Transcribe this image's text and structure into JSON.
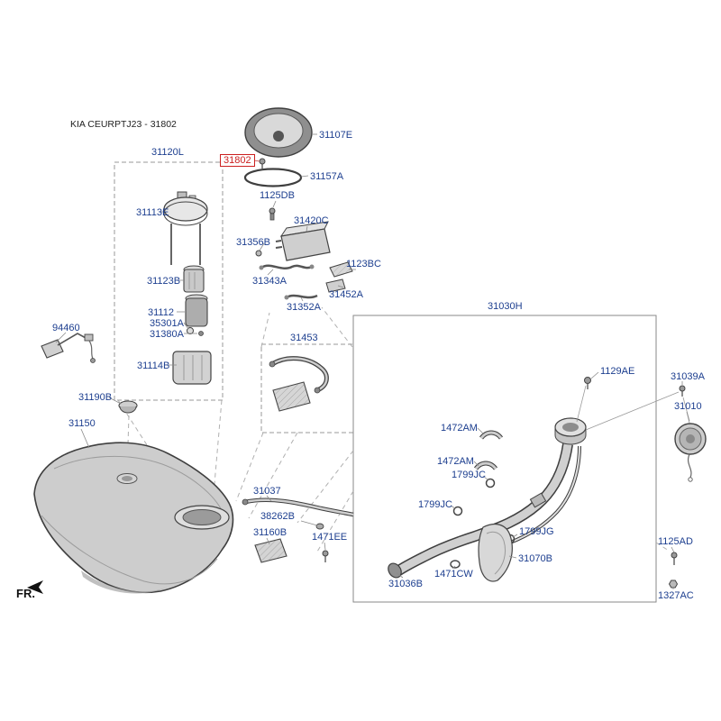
{
  "title": "KIA CEURPTJ23 - 31802",
  "fr_label": "FR.",
  "highlight_color": "#cc2020",
  "label_color": "#1c3e8f",
  "parts": {
    "31120L": "31120L",
    "31107E": "31107E",
    "31802": "31802",
    "31157A": "31157A",
    "1125DB": "1125DB",
    "31420C": "31420C",
    "31356B": "31356B",
    "31343A": "31343A",
    "1123BC": "1123BC",
    "31452A": "31452A",
    "31352A": "31352A",
    "31453": "31453",
    "31113E": "31113E",
    "31123B": "31123B",
    "31112": "31112",
    "35301A": "35301A",
    "31380A": "31380A",
    "31114B": "31114B",
    "94460": "94460",
    "31190B": "31190B",
    "31150": "31150",
    "31030H": "31030H",
    "1129AE": "1129AE",
    "31039A": "31039A",
    "31010": "31010",
    "1472AM": "1472AM",
    "1799JC": "1799JC",
    "1799JG": "1799JG",
    "31070B": "31070B",
    "1471CW": "1471CW",
    "31036B": "31036B",
    "31037": "31037",
    "38262B": "38262B",
    "31160B": "31160B",
    "1471EE": "1471EE",
    "1125AD": "1125AD",
    "1327AC": "1327AC"
  }
}
